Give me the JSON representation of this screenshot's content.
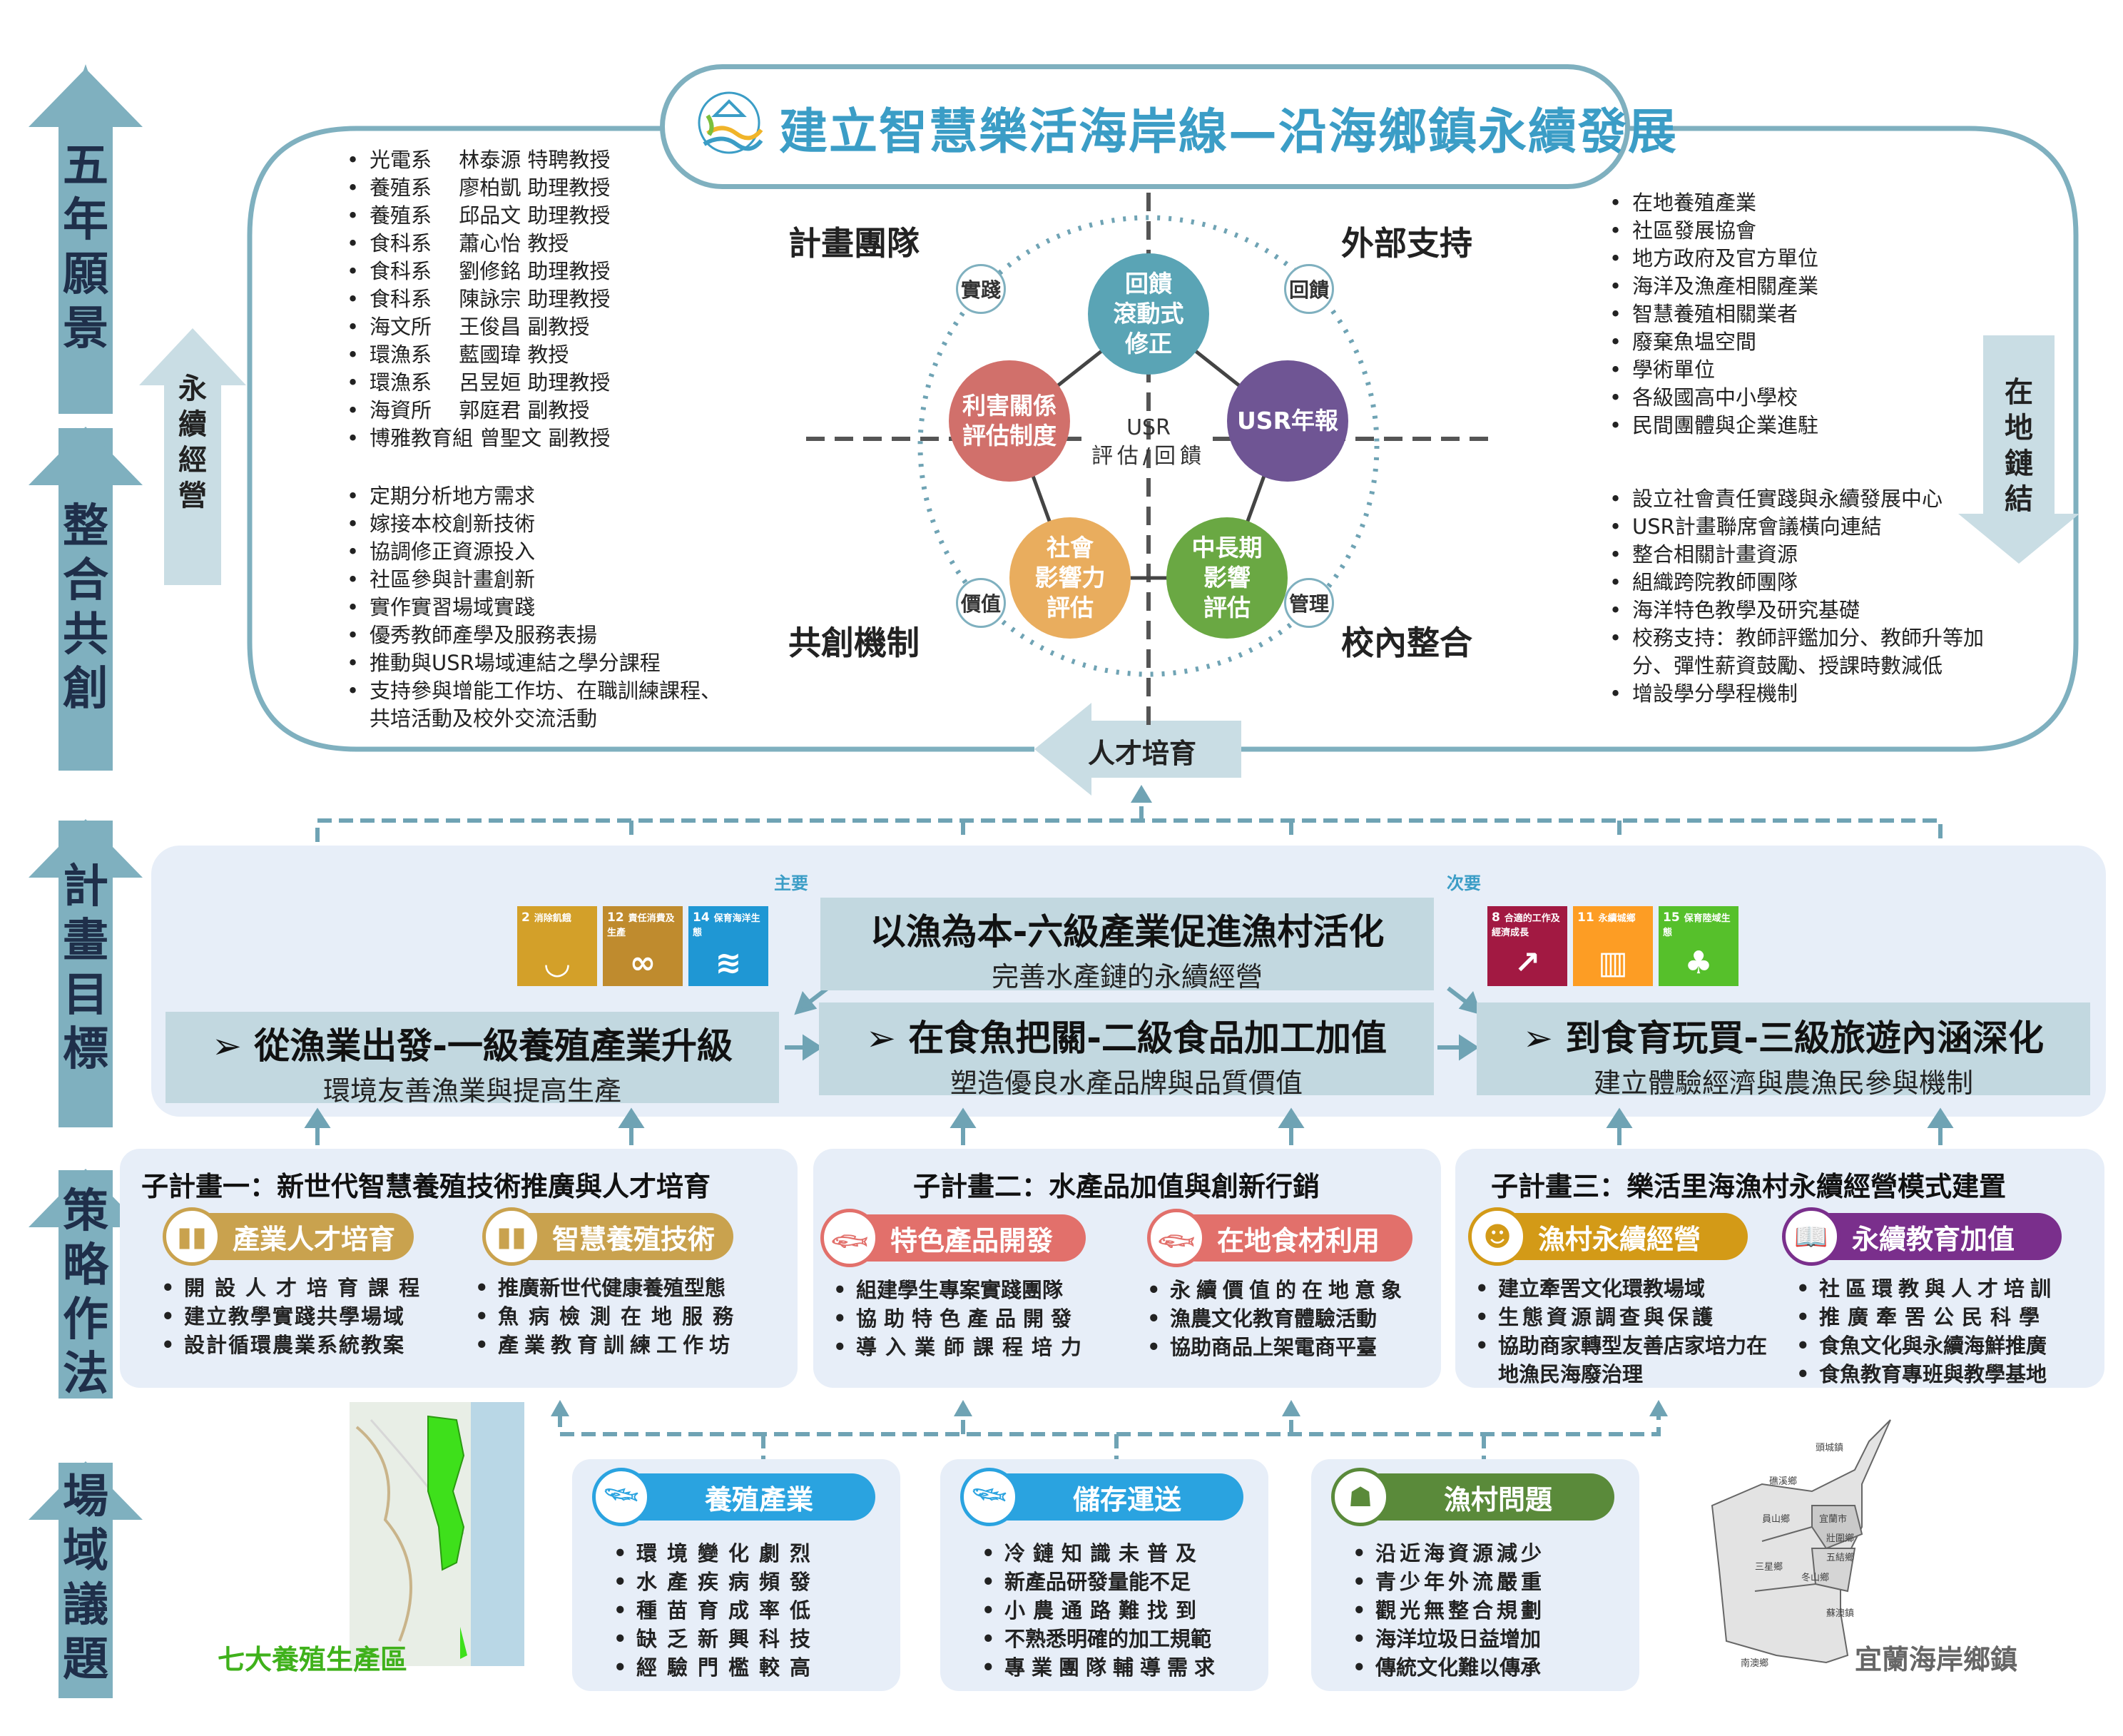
{
  "left_axis": {
    "vision": "五年願景",
    "integration": "整合共創",
    "goals": "計畫目標",
    "strategy": "策略作法",
    "field": "場域議題"
  },
  "title": "建立智慧樂活海岸線—沿海鄉鎮永續發展",
  "quadrants": {
    "team": "計畫團隊",
    "external": "外部支持",
    "cocreate": "共創機制",
    "internal": "校內整合"
  },
  "side_labels": {
    "sustain": "永續經營",
    "link": "在地鏈結",
    "talent": "人才培育"
  },
  "team_members": [
    "光電系　 林泰源 特聘教授",
    "養殖系　 廖柏凱 助理教授",
    "養殖系　 邱品文 助理教授",
    "食科系　 蕭心怡 教授",
    "食科系　 劉修銘 助理教授",
    "食科系　 陳詠宗 助理教授",
    "海文所　 王俊昌 副教授",
    "環漁系　 藍國瑋 教授",
    "環漁系　 呂昱姮 助理教授",
    "海資所　 郭庭君 副教授",
    "博雅教育組 曾聖文 副教授"
  ],
  "external_support": [
    "在地養殖產業",
    "社區發展協會",
    "地方政府及官方單位",
    "海洋及漁產相關產業",
    "智慧養殖相關業者",
    "廢棄魚塭空間",
    "學術單位",
    "各級國高中小學校",
    "民間團體與企業進駐"
  ],
  "cocreate_items": [
    "定期分析地方需求",
    "嫁接本校創新技術",
    "協調修正資源投入",
    "社區參與計畫創新",
    "實作實習場域實踐",
    "優秀教師產學及服務表揚",
    "推動與USR場域連結之學分課程",
    "支持參與增能工作坊、在職訓練課程、共培活動及校外交流活動"
  ],
  "internal_items": [
    "設立社會責任實踐與永續發展中心",
    "USR計畫聯席會議橫向連結",
    "整合相關計畫資源",
    "組織跨院教師團隊",
    "海洋特色教學及研究基礎",
    "校務支持：教師評鑑加分、教師升等加分、彈性薪資鼓勵、授課時數減低",
    "增設學分學程機制"
  ],
  "cycle": {
    "center_line1": "USR",
    "center_line2": "評估/回饋",
    "n1": "回饋滾動式修正",
    "n1a": "回饋",
    "n1b": "滾動式",
    "n1c": "修正",
    "n2": "USR年報",
    "n3a": "中長期",
    "n3b": "影響",
    "n3c": "評估",
    "n4a": "社會",
    "n4b": "影響力",
    "n4c": "評估",
    "n5a": "利害關係",
    "n5b": "評估制度",
    "tag_practice": "實踐",
    "tag_feedback": "回饋",
    "tag_value": "價值",
    "tag_manage": "管理"
  },
  "goals": {
    "primary_label": "主要",
    "secondary_label": "次要",
    "main_title": "以漁為本-六級產業促進漁村活化",
    "main_sub": "完善水產鏈的永續經營",
    "g1_title": "➢ 從漁業出發-一級養殖產業升級",
    "g1_sub": "環境友善漁業與提高生產",
    "g2_title": "➢  在食魚把關-二級食品加工加值",
    "g2_sub": "塑造優良水產品牌與品質價值",
    "g3_title": "➢ 到食育玩買-三級旅遊內涵深化",
    "g3_sub": "建立體驗經濟與農漁民參與機制",
    "sdg_primary": [
      {
        "num": "2",
        "label": "消除飢餓",
        "color": "#d3a029",
        "icon": "bowl-icon"
      },
      {
        "num": "12",
        "label": "責任消費及生產",
        "color": "#bf8b2e",
        "icon": "infinity-icon"
      },
      {
        "num": "14",
        "label": "保育海洋生態",
        "color": "#1f97d4",
        "icon": "fish-wave-icon"
      }
    ],
    "sdg_secondary": [
      {
        "num": "8",
        "label": "合適的工作及經濟成長",
        "color": "#a21942",
        "icon": "growth-chart-icon"
      },
      {
        "num": "11",
        "label": "永續城鄉",
        "color": "#fd9d24",
        "icon": "city-icon"
      },
      {
        "num": "15",
        "label": "保育陸域生態",
        "color": "#56c02b",
        "icon": "tree-icon"
      }
    ]
  },
  "subplans": [
    {
      "title": "子計畫一：新世代智慧養殖技術推廣與人才培育",
      "pills": [
        {
          "label": "產業人才培育",
          "color": "#c9a24e",
          "icon": "bar-chart-icon"
        },
        {
          "label": "智慧養殖技術",
          "color": "#c9a24e",
          "icon": "bar-chart-icon"
        }
      ],
      "items_a": [
        "開設人才培育課程",
        "建立教學實踐共學場域",
        "設計循環農業系統教案"
      ],
      "items_b": [
        "推廣新世代健康養殖型態",
        "魚病檢測在地服務",
        "產業教育訓練工作坊"
      ]
    },
    {
      "title": "子計畫二：水產品加值與創新行銷",
      "pills": [
        {
          "label": "特色產品開發",
          "color": "#e2706b",
          "icon": "fish-icon"
        },
        {
          "label": "在地食材利用",
          "color": "#e2706b",
          "icon": "fish-icon"
        }
      ],
      "items_a": [
        "組建學生專案實踐團隊",
        "協助特色產品開發",
        "導入業師課程培力"
      ],
      "items_b": [
        "永續價值的在地意象",
        "漁農文化教育體驗活動",
        "協助商品上架電商平臺"
      ]
    },
    {
      "title": "子計畫三：樂活里海漁村永續經營模式建置",
      "pills": [
        {
          "label": "漁村永續經營",
          "color": "#d39a17",
          "icon": "people-icon"
        },
        {
          "label": "永續教育加值",
          "color": "#7a2f8c",
          "icon": "book-icon"
        }
      ],
      "items_a": [
        "建立牽罟文化環教場域",
        "生態資源調查與保護",
        "協助商家轉型友善店家培力在地漁民海廢治理"
      ],
      "items_b": [
        "社區環教與人才培訓",
        "推廣牽罟公民科學",
        "食魚文化與永續海鮮推廣",
        "食魚教育專班與教學基地"
      ]
    }
  ],
  "issues": [
    {
      "title": "養殖產業",
      "color": "#2aa3e0",
      "icon": "fish-circle-icon",
      "items": [
        "環境變化劇烈",
        "水產疾病頻發",
        "種苗育成率低",
        "缺乏新興科技",
        "經驗門檻較高"
      ]
    },
    {
      "title": "儲存運送",
      "color": "#2aa3e0",
      "icon": "fish-circle-icon",
      "items": [
        "冷鏈知識未普及",
        "新產品研發量能不足",
        "小農通路難找到",
        "不熟悉明確的加工規範",
        "專業團隊輔導需求"
      ]
    },
    {
      "title": "漁村問題",
      "color": "#5a8a3a",
      "icon": "reader-icon",
      "items": [
        "沿近海資源減少",
        "青少年外流嚴重",
        "觀光無整合規劃",
        "海洋垃圾日益增加",
        "傳統文化難以傳承"
      ]
    }
  ],
  "map_left_caption": "七大養殖生產區",
  "map_right_caption": "宜蘭海岸鄉鎮",
  "map_right_towns": [
    "頭城鎮",
    "礁溪鄉",
    "宜蘭市",
    "員山鄉",
    "壯圍鄉",
    "五結鄉",
    "三星鄉",
    "冬山鄉",
    "蘇澳鎮",
    "南澳鄉"
  ]
}
